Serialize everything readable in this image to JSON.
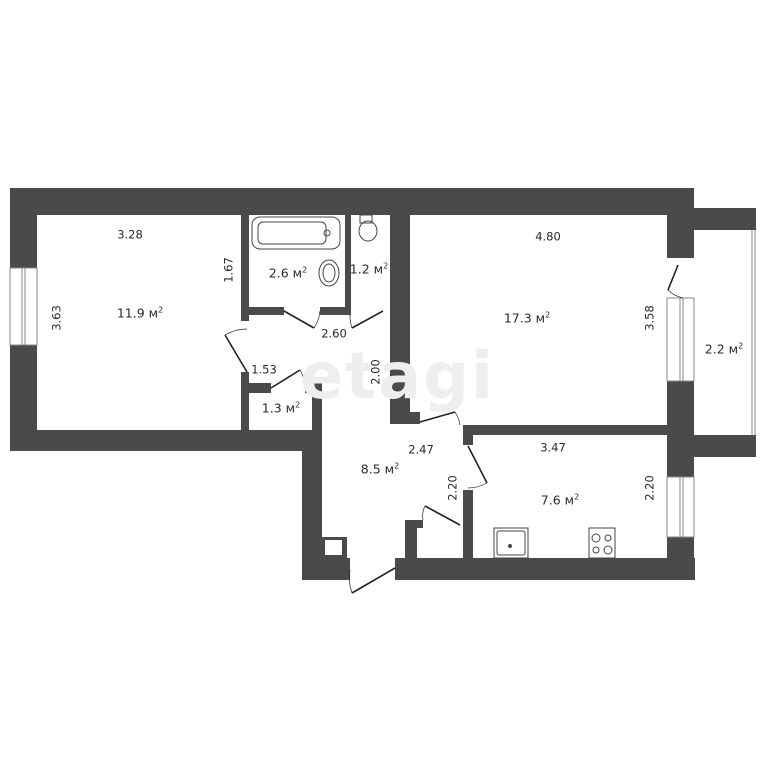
{
  "colors": {
    "wall": "#4a4a4a",
    "floor": "#ffffff",
    "text": "#2a2a2a",
    "watermark": "#eeeeee"
  },
  "watermark": "etagi",
  "unit": "м²",
  "rooms": [
    {
      "id": "bedroom-left",
      "area": "11.9 м",
      "dims": {
        "width": "3.28",
        "height": "3.63",
        "side": "1.67"
      }
    },
    {
      "id": "bathroom",
      "area": "2.6 м",
      "fixtures": [
        "bathtub-icon",
        "sink-icon"
      ]
    },
    {
      "id": "toilet",
      "area": "1.2 м",
      "fixtures": [
        "toilet-icon"
      ]
    },
    {
      "id": "corridor",
      "dims": {
        "width": "2.60",
        "height": "2.00"
      }
    },
    {
      "id": "storage",
      "area": "1.3 м",
      "dims": {
        "width": "1.53"
      }
    },
    {
      "id": "living-room",
      "area": "17.3 м",
      "dims": {
        "width": "4.80",
        "height": "3.58"
      }
    },
    {
      "id": "balcony",
      "area": "2.2 м"
    },
    {
      "id": "hallway",
      "area": "8.5 м",
      "dims": {
        "width": "2.47",
        "height": "2.20"
      }
    },
    {
      "id": "kitchen",
      "area": "7.6 м",
      "dims": {
        "width": "3.47",
        "height": "2.20"
      },
      "fixtures": [
        "kitchen-sink-icon",
        "stove-icon"
      ]
    }
  ]
}
